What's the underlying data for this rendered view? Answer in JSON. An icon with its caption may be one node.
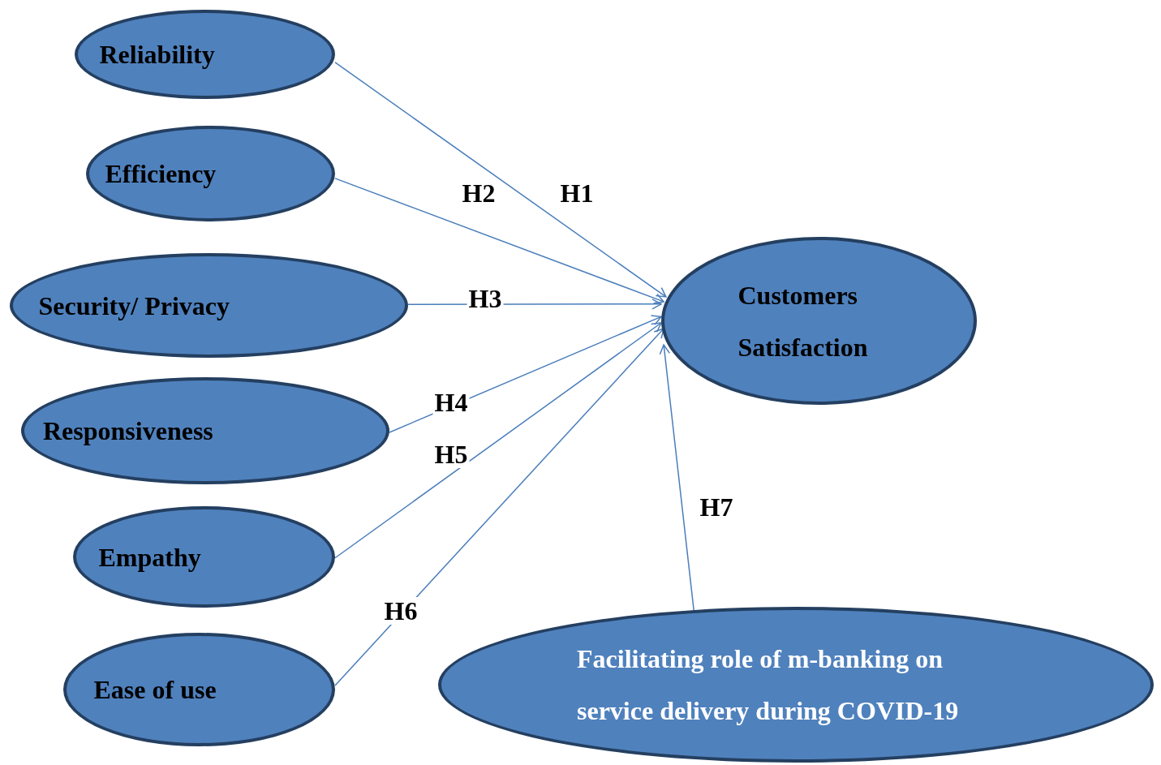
{
  "diagram": {
    "nodes": [
      {
        "text": [
          "Reliability"
        ]
      },
      {
        "text": [
          "Efficiency"
        ]
      },
      {
        "text": [
          "Security/ Privacy"
        ]
      },
      {
        "text": [
          "Responsiveness"
        ]
      },
      {
        "text": [
          "Empathy"
        ]
      },
      {
        "text": [
          "Ease of use"
        ]
      },
      {
        "text": [
          "Customers Satisfaction"
        ]
      },
      {
        "text": [
          "Facilitating role of m-banking on service delivery during COVID-19"
        ]
      }
    ],
    "edges": [
      {
        "from": 0,
        "to": 6,
        "arrow": "to",
        "label": "H1"
      },
      {
        "from": 1,
        "to": 6,
        "arrow": "to",
        "label": "H2"
      },
      {
        "from": 2,
        "to": 6,
        "arrow": "to",
        "label": "H3"
      },
      {
        "from": 3,
        "to": 6,
        "arrow": "to",
        "label": "H4"
      },
      {
        "from": 4,
        "to": 6,
        "arrow": "to",
        "label": "H5"
      },
      {
        "from": 5,
        "to": 6,
        "arrow": "to",
        "label": "H6"
      },
      {
        "from": 7,
        "to": 6,
        "arrow": "to",
        "label": "H7"
      }
    ]
  }
}
